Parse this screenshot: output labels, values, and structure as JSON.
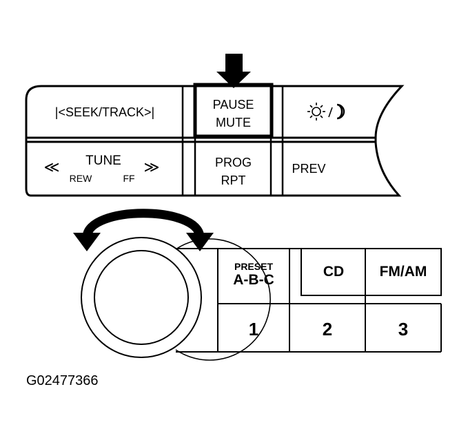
{
  "upper_panel": {
    "seek_track": "|<SEEK/TRACK>|",
    "tune": {
      "label": "TUNE",
      "rew": "REW",
      "ff": "FF",
      "rew_symbol": "≪",
      "ff_symbol": "≫"
    },
    "pause_mute": {
      "line1": "PAUSE",
      "line2": "MUTE"
    },
    "prog_rpt": {
      "line1": "PROG",
      "line2": "RPT"
    },
    "day_night": {
      "separator": "/"
    },
    "prev": "PREV"
  },
  "lower_panel": {
    "preset": {
      "line1": "PRESET",
      "line2": "A-B-C"
    },
    "cd": "CD",
    "fm_am": "FM/AM",
    "preset_1": "1",
    "preset_2": "2",
    "preset_3": "3"
  },
  "figure_id": "G02477366",
  "colors": {
    "line": "#000000",
    "background": "#ffffff"
  }
}
